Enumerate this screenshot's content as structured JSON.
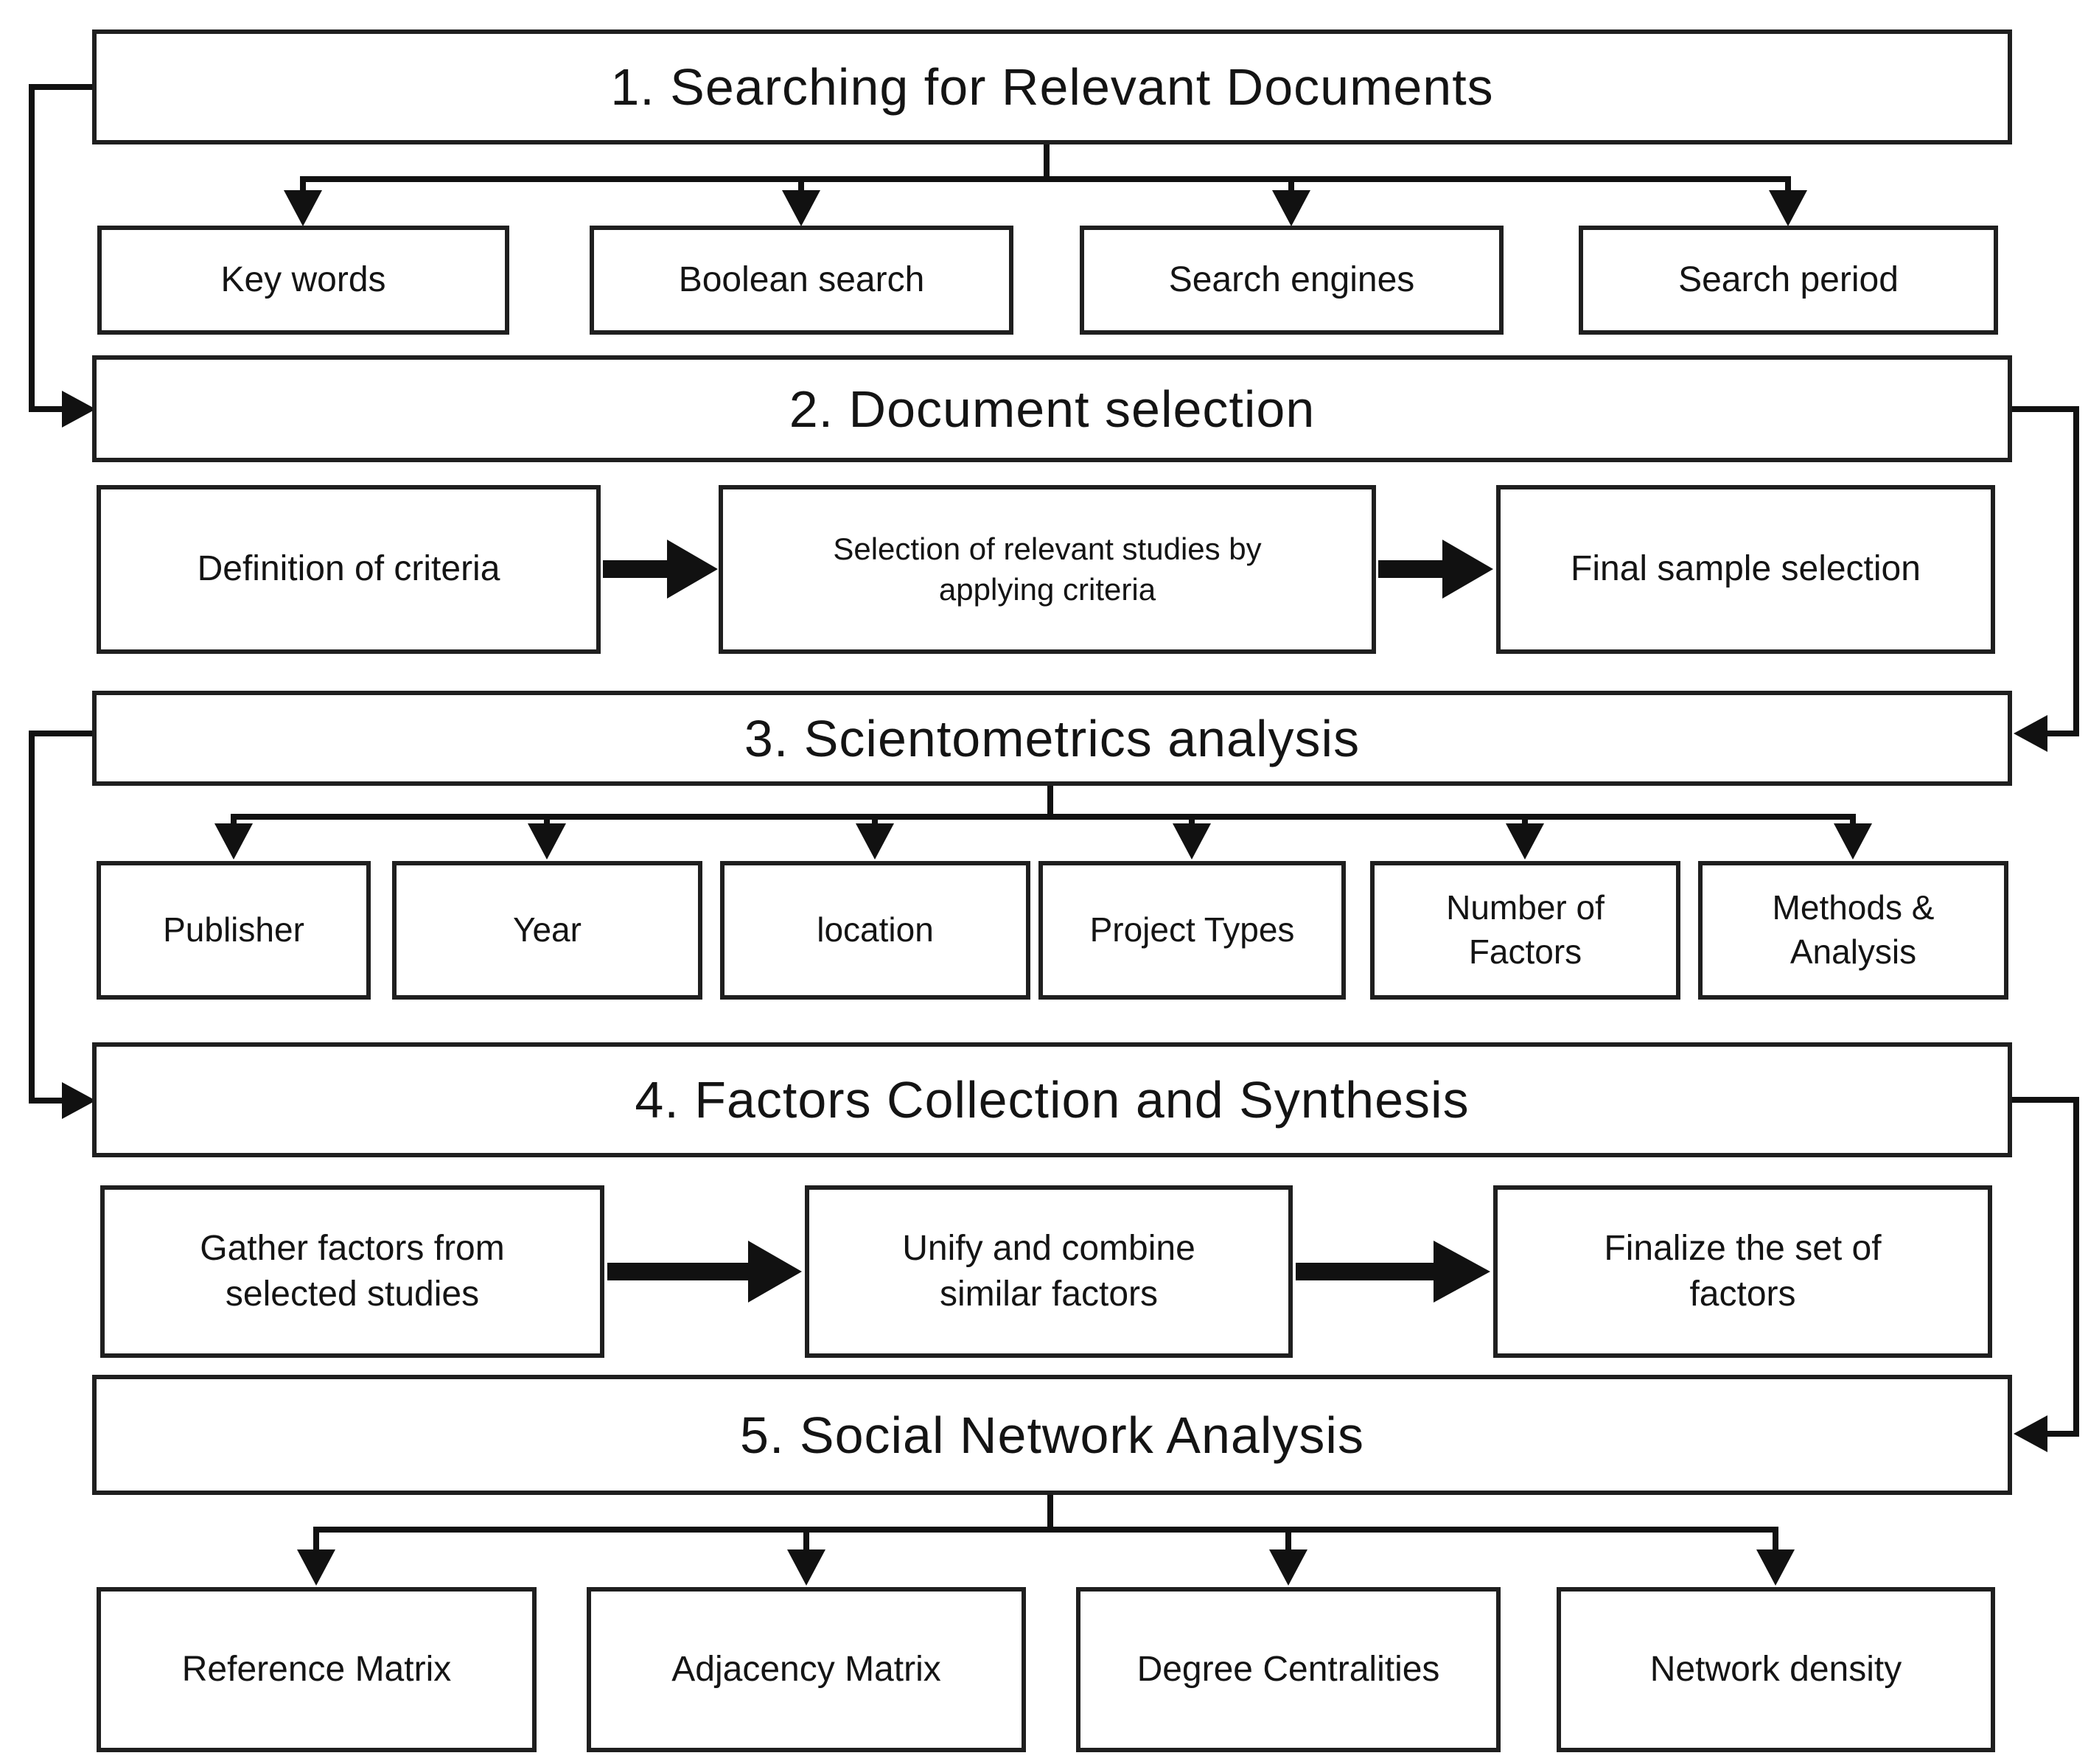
{
  "diagram": {
    "colors": {
      "background": "#ffffff",
      "box_border": "#1f1f1f",
      "connector": "#111111",
      "text": "#141414"
    },
    "stages": [
      {
        "title": "1. Searching for Relevant Documents",
        "children": [
          "Key words",
          "Boolean search",
          "Search engines",
          "Search period"
        ]
      },
      {
        "title": "2. Document selection",
        "children": [
          "Definition of  criteria",
          "Selection of relevant studies by\napplying criteria",
          "Final sample selection"
        ]
      },
      {
        "title": "3. Scientometrics analysis",
        "children": [
          "Publisher",
          "Year",
          "location",
          "Project Types",
          "Number of\nFactors",
          "Methods &\nAnalysis"
        ]
      },
      {
        "title": "4. Factors Collection and Synthesis",
        "children": [
          "Gather factors from\nselected studies",
          "Unify and combine\nsimilar factors",
          "Finalize the set of\nfactors"
        ]
      },
      {
        "title": "5. Social Network Analysis",
        "children": [
          "Reference Matrix",
          "Adjacency Matrix",
          "Degree Centralities",
          "Network density"
        ]
      }
    ]
  }
}
